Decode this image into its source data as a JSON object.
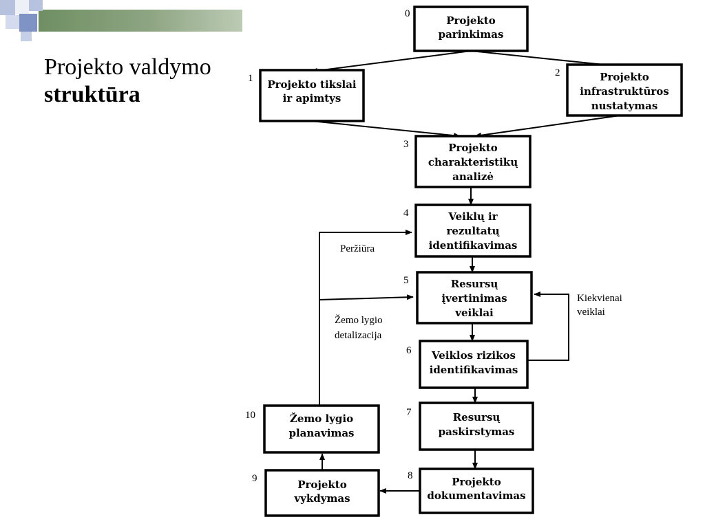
{
  "slide": {
    "title_line1": "Projekto valdymo",
    "title_line2": "struktūra"
  },
  "decoration_colors": {
    "bar": "#8ea583",
    "square_blue": "#b7c3de",
    "square_dark": "#7f94c4"
  },
  "diagram": {
    "boxes": [
      {
        "id": "b0",
        "number": "0",
        "lines": [
          "Projekto",
          "parinkimas"
        ]
      },
      {
        "id": "b1",
        "number": "1",
        "lines": [
          "Projekto tikslai",
          "ir apimtys"
        ]
      },
      {
        "id": "b2",
        "number": "2",
        "lines": [
          "Projekto",
          "infrastruktūros",
          "nustatymas"
        ]
      },
      {
        "id": "b3",
        "number": "3",
        "lines": [
          "Projekto",
          "charakteristikų",
          "analizė"
        ]
      },
      {
        "id": "b4",
        "number": "4",
        "lines": [
          "Veiklų ir",
          "rezultatų",
          "identifikavimas"
        ]
      },
      {
        "id": "b5",
        "number": "5",
        "lines": [
          "Resursų",
          "įvertinimas",
          "veiklai"
        ]
      },
      {
        "id": "b6",
        "number": "6",
        "lines": [
          "Veiklos rizikos",
          "identifikavimas"
        ]
      },
      {
        "id": "b7",
        "number": "7",
        "lines": [
          "Resursų",
          "paskirstymas"
        ]
      },
      {
        "id": "b8",
        "number": "8",
        "lines": [
          "Projekto",
          "dokumentavimas"
        ]
      },
      {
        "id": "b9",
        "number": "9",
        "lines": [
          "Projekto",
          "vykdymas"
        ]
      },
      {
        "id": "b10",
        "number": "10",
        "lines": [
          "Žemo lygio",
          "planavimas"
        ]
      }
    ],
    "side_labels": {
      "review": "Peržiūra",
      "low_detail_1": "Žemo lygio",
      "low_detail_2": "detalizacija",
      "each_activity_1": "Kiekvienai",
      "each_activity_2": "veiklai"
    }
  }
}
